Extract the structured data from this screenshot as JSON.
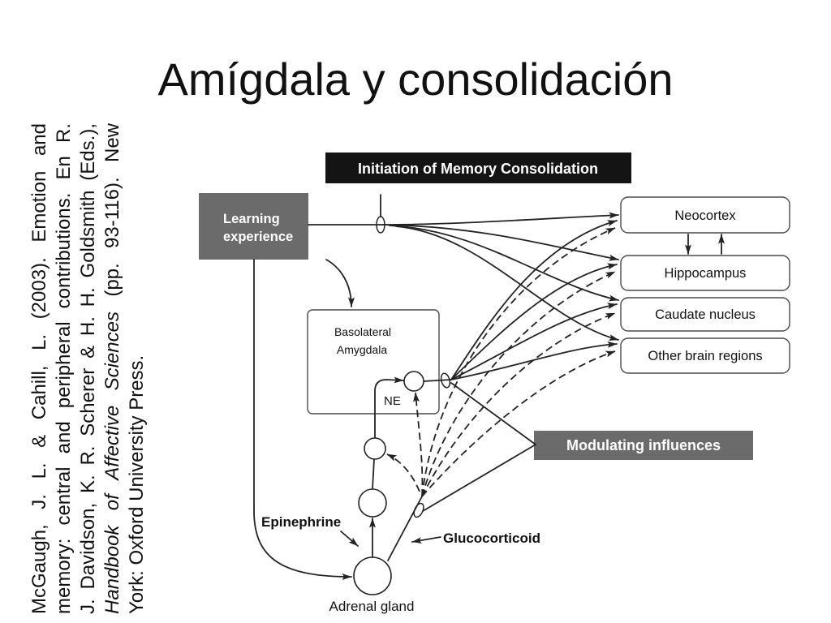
{
  "slide": {
    "title": "Amígdala y consolidación"
  },
  "citation": {
    "line1": "McGaugh, J. L. & Cahill, L. (2003). Emotion and",
    "line2": "memory: central and peripheral contributions. En R.",
    "line3": "J. Davidson, K. R. Scherer & H. H. Goldsmith (Eds.),",
    "line4_italic": "Handbook of Affective Sciences",
    "line4_rest": "(pp. 93-116). New",
    "line5": "York: Oxford University Press."
  },
  "diagram": {
    "header": "Initiation of Memory Consolidation",
    "learning_experience": [
      "Learning",
      "experience"
    ],
    "basolateral_amygdala": [
      "Basolateral",
      "Amygdala"
    ],
    "ne_label": "NE",
    "targets": [
      "Neocortex",
      "Hippocampus",
      "Caudate nucleus",
      "Other brain regions"
    ],
    "modulating_influences": "Modulating influences",
    "epinephrine": "Epinephrine",
    "glucocorticoid": "Glucocorticoid",
    "adrenal_gland": "Adrenal gland"
  },
  "colors": {
    "background": "#ffffff",
    "text": "#111111",
    "header_box": "#141414",
    "gray_box": "#6b6b6b",
    "line": "#232323",
    "box_stroke": "#4a4a4a"
  }
}
